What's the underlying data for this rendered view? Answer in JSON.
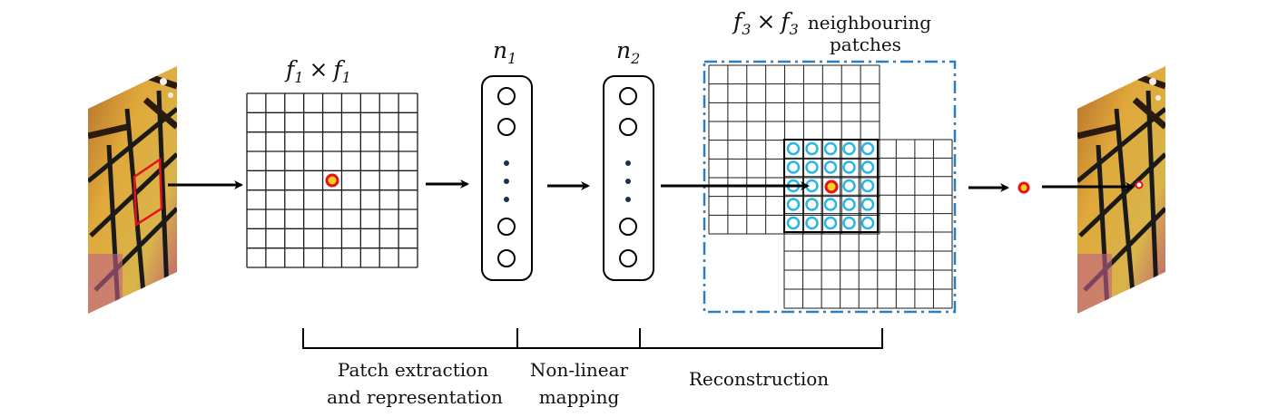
{
  "labels": {
    "patch_size_var": "f",
    "patch_size_sub": "1",
    "times": "×",
    "n1_var": "n",
    "n1_sub": "1",
    "n2_var": "n",
    "n2_sub": "2",
    "recon_var": "f",
    "recon_sub": "3",
    "neighbour_line1": "neighbouring",
    "neighbour_line2": "patches"
  },
  "stages": {
    "patch": {
      "line1": "Patch extraction",
      "line2": "and representation"
    },
    "nonlinear": {
      "line1": "Non-linear",
      "line2": "mapping"
    },
    "recon": {
      "line1": "Reconstruction"
    }
  },
  "colors": {
    "highlight_red": "#e8101a",
    "highlight_yellow": "#f4d21f",
    "neighbour_cyan": "#29b6e6",
    "dashed_border": "#2a7fc1",
    "grid_line": "#1a1a1a",
    "dot_navy": "#1f2f52"
  },
  "icons": {
    "input_image": "butterfly-input-icon",
    "output_image": "butterfly-output-icon"
  }
}
